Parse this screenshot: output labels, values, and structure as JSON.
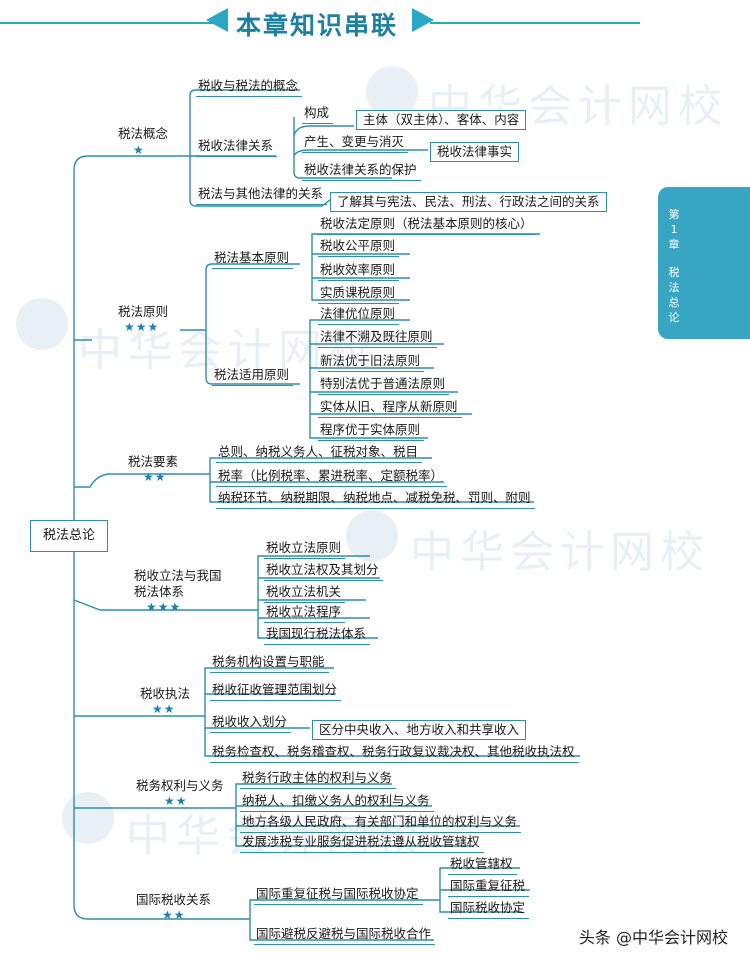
{
  "header": {
    "title": "本章知识串联"
  },
  "side_tab": {
    "chapter": "第1章",
    "name": "税法总论"
  },
  "watermark": {
    "text": "中华会计网校"
  },
  "root": "税法总论",
  "sections": [
    {
      "label": "税法概念",
      "stars": "★",
      "items": [
        "税收与税法的概念",
        "税收法律关系",
        "构成",
        "主体（双主体）、客体、内容",
        "产生、变更与消灭",
        "税收法律事实",
        "税收法律关系的保护",
        "税法与其他法律的关系",
        "了解其与宪法、民法、刑法、行政法之间的关系"
      ]
    },
    {
      "label": "税法原则",
      "stars": "★★★",
      "items": [
        "税法基本原则",
        "税收法定原则（税法基本原则的核心）",
        "税收公平原则",
        "税收效率原则",
        "实质课税原则",
        "税法适用原则",
        "法律优位原则",
        "法律不溯及既往原则",
        "新法优于旧法原则",
        "特别法优于普通法原则",
        "实体从旧、程序从新原则",
        "程序优于实体原则"
      ]
    },
    {
      "label": "税法要素",
      "stars": "★★",
      "items": [
        "总则、纳税义务人、征税对象、税目",
        "税率（比例税率、累进税率、定额税率）",
        "纳税环节、纳税期限、纳税地点、减税免税、罚则、附则"
      ]
    },
    {
      "label": "税收立法与我国税法体系",
      "stars": "★★★",
      "items": [
        "税收立法原则",
        "税收立法权及其划分",
        "税收立法机关",
        "税收立法程序",
        "我国现行税法体系"
      ]
    },
    {
      "label": "税收执法",
      "stars": "★★",
      "items": [
        "税务机构设置与职能",
        "税收征收管理范围划分",
        "税收收入划分",
        "区分中央收入、地方收入和共享收入",
        "税务检查权、税务稽查权、税务行政复议裁决权、其他税收执法权"
      ]
    },
    {
      "label": "税务权利与义务",
      "stars": "★★",
      "items": [
        "税务行政主体的权利与义务",
        "纳税人、扣缴义务人的权利与义务",
        "地方各级人民政府、有关部门和单位的权利与义务",
        "发展涉税专业服务促进税法遵从税收管辖权"
      ]
    },
    {
      "label": "国际税收关系",
      "stars": "★★",
      "items": [
        "国际重复征税与国际税收协定",
        "税收管辖权",
        "国际重复征税",
        "国际税收协定",
        "国际避税反避税与国际税收合作"
      ]
    }
  ],
  "footer": {
    "text": "头条 @中华会计网校"
  },
  "colors": {
    "accent": "#2a8fb0",
    "tab": "#38a5c3",
    "title": "#1d7fa2"
  }
}
